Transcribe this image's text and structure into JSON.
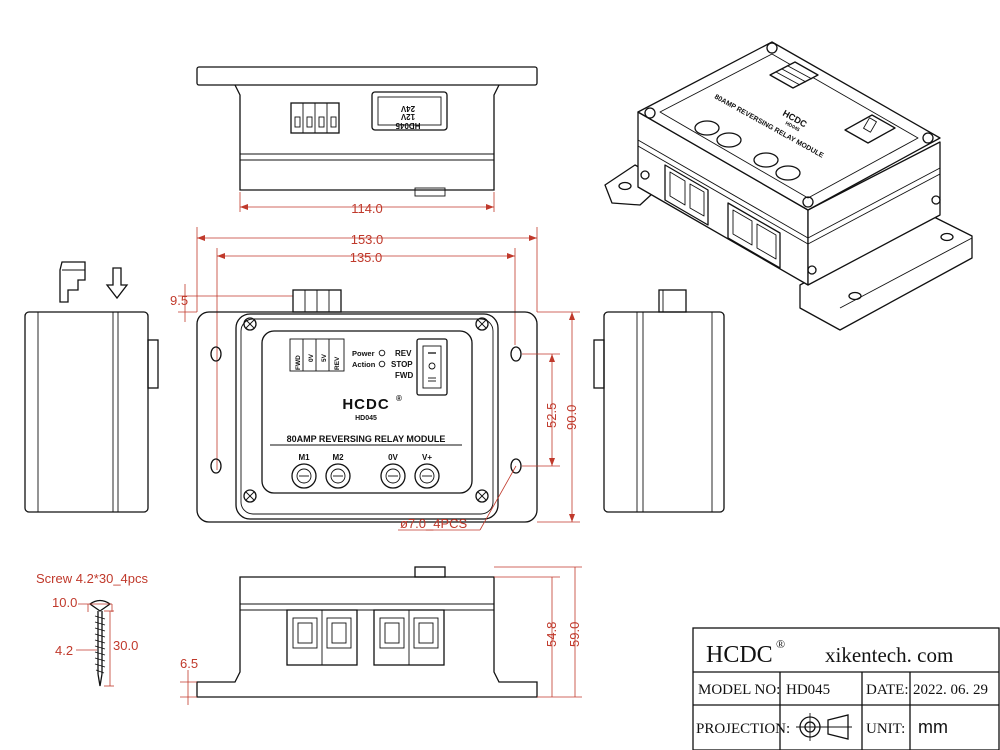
{
  "dims": {
    "d114": "114.0",
    "d153": "153.0",
    "d135": "135.0",
    "d9_5": "9.5",
    "d52_5": "52.5",
    "d90": "90.0",
    "hole": "ø7.0_4PCS",
    "d54_8": "54.8",
    "d59": "59.0",
    "d6_5": "6.5",
    "screw_note": "Screw 4.2*30_4pcs",
    "screw_d10": "10.0",
    "screw_d4_2": "4.2",
    "screw_d30": "30.0"
  },
  "panel": {
    "brand": "HCDC",
    "reg": "®",
    "model": "HD045",
    "module_name": "80AMP REVERSING RELAY MODULE",
    "term_fwd": "FWD",
    "term_0v": "0V",
    "term_5v": "5V",
    "term_rev": "REV",
    "power": "Power",
    "action": "Action",
    "sw_rev": "REV",
    "sw_stop": "STOP",
    "sw_fwd": "FWD",
    "m1": "M1",
    "m2": "M2",
    "ov": "0V",
    "vplus": "V+"
  },
  "top_label": {
    "line1": "24V",
    "line2": "12V",
    "line3": "HD045"
  },
  "iso": {
    "module_name": "80AMP REVERSING RELAY MODULE",
    "brand": "HCDC",
    "model": "HD045"
  },
  "title_block": {
    "brand": "HCDC",
    "reg": "®",
    "website": "xikentech. com",
    "model_label": "MODEL NO:",
    "model_value": "HD045",
    "date_label": "DATE:",
    "date_value": "2022. 06. 29",
    "projection_label": "PROJECTION:",
    "unit_label": "UNIT:",
    "unit_value": "mm"
  },
  "icons": [
    "projection-symbol-icon",
    "down-arrow-icon",
    "screw-icon",
    "plug-icon"
  ]
}
